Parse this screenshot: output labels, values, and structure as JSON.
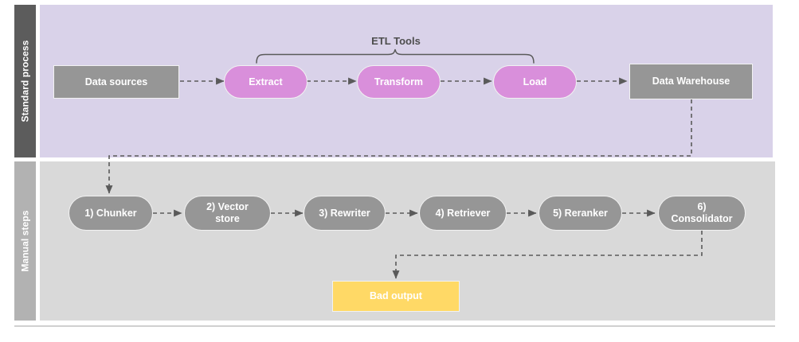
{
  "diagram": {
    "lanes": [
      {
        "id": "standard-process",
        "label": "Standard process"
      },
      {
        "id": "manual-steps",
        "label": "Manual steps"
      }
    ],
    "annotations": [
      {
        "id": "etl-tools",
        "label": "ETL Tools"
      }
    ],
    "nodes": {
      "data_sources": "Data sources",
      "extract": "Extract",
      "transform": "Transform",
      "load": "Load",
      "data_warehouse": "Data Warehouse",
      "chunker": "1) Chunker",
      "vector_store_line1": "2) Vector",
      "vector_store_line2": "store",
      "rewriter": "3) Rewriter",
      "retriever": "4) Retriever",
      "reranker": "5) Reranker",
      "consolidator_line1": "6)",
      "consolidator_line2": "Consolidator",
      "bad_output": "Bad output"
    },
    "colors": {
      "lane_top_header": "#5c5c5c",
      "lane_top_body": "#d9d2e9",
      "lane_bottom_header": "#b2b2b2",
      "lane_bottom_body": "#d9d9d9",
      "node_gray": "#969696",
      "node_orchid": "#d98fdb",
      "node_amber": "#ffd966",
      "connector": "#666666",
      "node_text": "#ffffff",
      "annotation_text": "#4d4d4d"
    }
  }
}
